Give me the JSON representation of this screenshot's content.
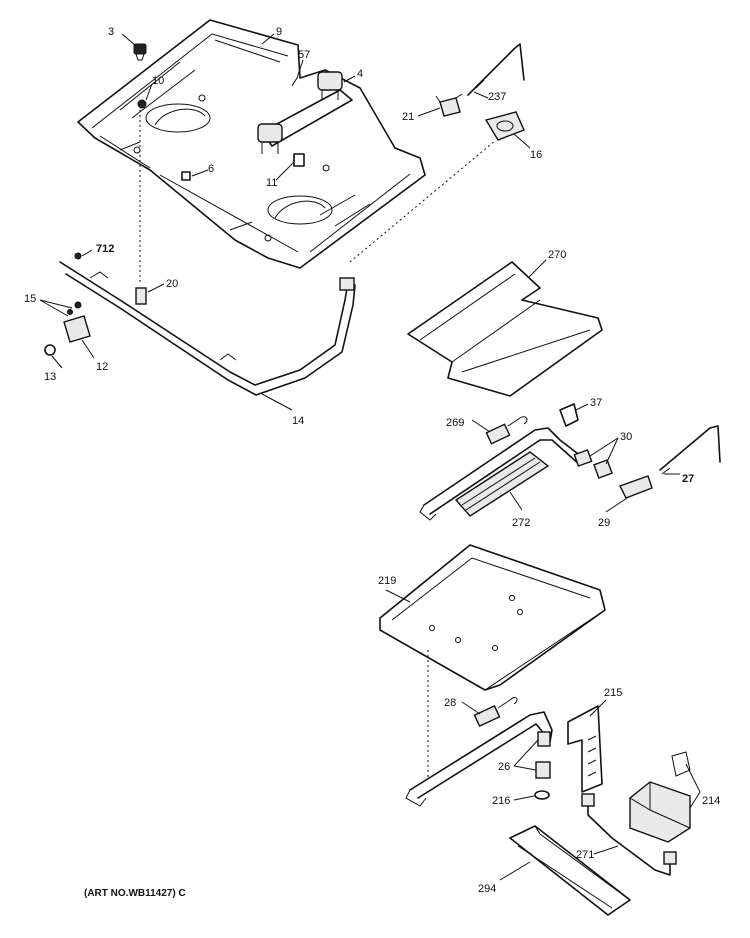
{
  "parts": {
    "p3": "3",
    "p9": "9",
    "p57": "57",
    "p10": "10",
    "p4": "4",
    "p21": "21",
    "p237": "237",
    "p16": "16",
    "p6": "6",
    "p11": "11",
    "p712": "712",
    "p20": "20",
    "p15": "15",
    "p12": "12",
    "p13": "13",
    "p14": "14",
    "p270": "270",
    "p269": "269",
    "p37": "37",
    "p30": "30",
    "p27": "27",
    "p272": "272",
    "p29": "29",
    "p219": "219",
    "p28": "28",
    "p215": "215",
    "p26": "26",
    "p216": "216",
    "p214": "214",
    "p271": "271",
    "p294": "294"
  },
  "art_number": "(ART NO.WB11427) C"
}
